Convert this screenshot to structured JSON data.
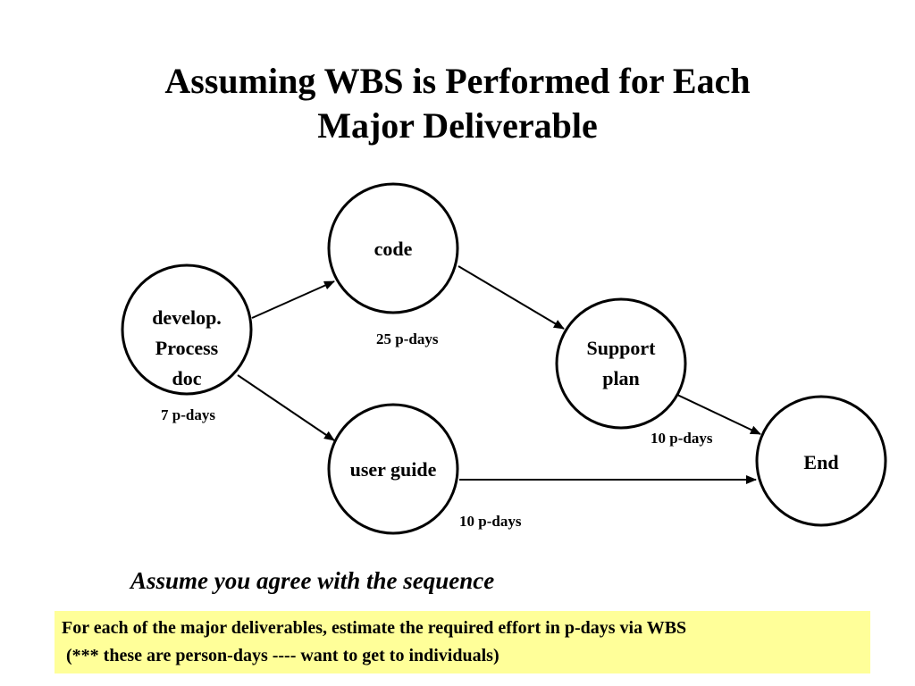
{
  "title": {
    "line1": "Assuming WBS is Performed for Each",
    "line2": "Major Deliverable"
  },
  "nodes": {
    "develop": {
      "lines": [
        "develop.",
        "Process",
        "doc"
      ]
    },
    "code": {
      "lines": [
        "code"
      ]
    },
    "user_guide": {
      "lines": [
        "user guide"
      ]
    },
    "support_plan": {
      "lines": [
        "Support",
        "plan"
      ]
    },
    "end": {
      "lines": [
        "End"
      ]
    }
  },
  "edge_labels": {
    "develop": "7 p-days",
    "code": "25 p-days",
    "support_plan": "10 p-days",
    "user_guide": "10 p-days"
  },
  "assumption": "Assume you agree with the sequence",
  "note": {
    "line1": "For each of the major deliverables, estimate the required effort in p-days via WBS",
    "line2": " (*** these are person-days ---- want to get to individuals)",
    "background": "#ffff99"
  }
}
